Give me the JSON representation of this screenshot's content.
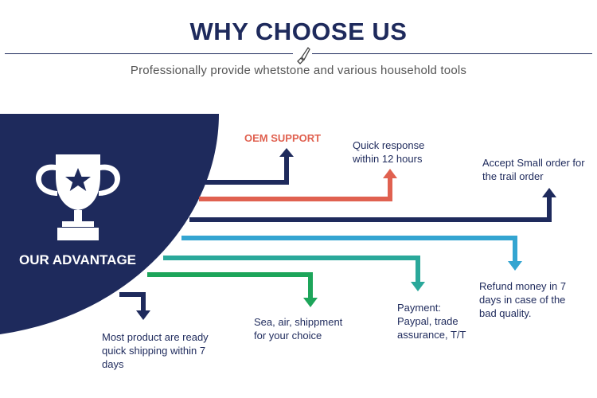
{
  "header": {
    "title": "WHY CHOOSE US",
    "subtitle": "Professionally provide whetstone and various household tools",
    "divider_icon": "knife-icon"
  },
  "badge": {
    "title": "OUR ADVANTAGE",
    "icon": "trophy-star-icon"
  },
  "advantages": {
    "oem": "OEM SUPPORT",
    "quick_response": "Quick response within 12 hours",
    "small_order": "Accept Small order for the trail order",
    "refund": "Refund money in 7 days in case of the bad quality.",
    "payment": "Payment: Paypal, trade assurance, T/T",
    "shipment": "Sea, air, shippment for your choice",
    "ready_product": "Most product are ready quick shipping within 7 days"
  },
  "colors": {
    "navy": "#1e2a5c",
    "coral": "#e06150",
    "sky_blue": "#34a5d1",
    "teal": "#2aa89a",
    "green": "#1da55a"
  }
}
